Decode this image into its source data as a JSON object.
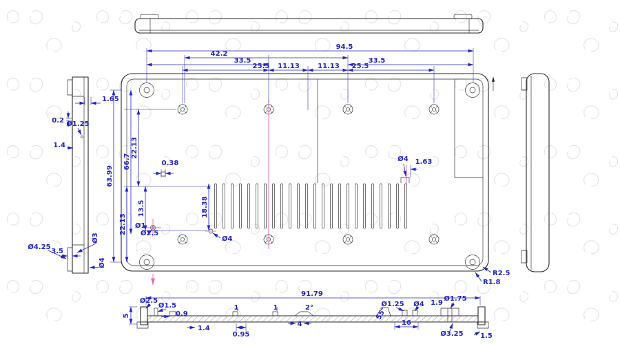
{
  "colors": {
    "outline": "#262626",
    "dimension": "#2323c8",
    "centerline": "#e86ab4",
    "hatch": "#707070",
    "watermark": "#e0e0e0"
  },
  "labels": {
    "plan": {
      "overall": "94.5",
      "w42": "42.2",
      "w335_left": "33.5",
      "w335_right": "33.5",
      "w255_left": "25.5",
      "w255_right": "25.5",
      "w1113_left": "11.13",
      "w1113_right": "11.13",
      "h667": "66.7",
      "h2213_upper": "22.13",
      "h135": "13.5",
      "h2213_lower": "22.13",
      "h6399": "63.99",
      "d038": "0.38",
      "d1838": "18.38",
      "dia4_slot": "Ø4",
      "dia1": "Ø1",
      "dia25": "Ø2.5",
      "dia4_notch": "Ø4",
      "d163": "1.63",
      "r25": "R2.5",
      "r18": "R1.8"
    },
    "side_left": {
      "d165": "1.65",
      "d02": "0.2",
      "dia125": "Ø1.25",
      "d14": "1.4",
      "dia3": "Ø3",
      "d35": "3.5",
      "dia425": "Ø4.25",
      "dia4": "Ø4"
    },
    "section": {
      "len": "91.79",
      "dia25": "Ø2.5",
      "dia15": "Ø1.5",
      "d09": "0.9",
      "d5": "5",
      "d1a": "1",
      "d1b": "1",
      "a2": "2°",
      "a55": "55°",
      "dia125": "Ø1.25",
      "dia4": "Ø4",
      "d19": "1.9",
      "dia175": "Ø1.75",
      "d14": "1.4",
      "d095": "0.95",
      "d4": "4",
      "d16": "16",
      "dia325": "Ø3.25",
      "d15": "1.5"
    }
  }
}
